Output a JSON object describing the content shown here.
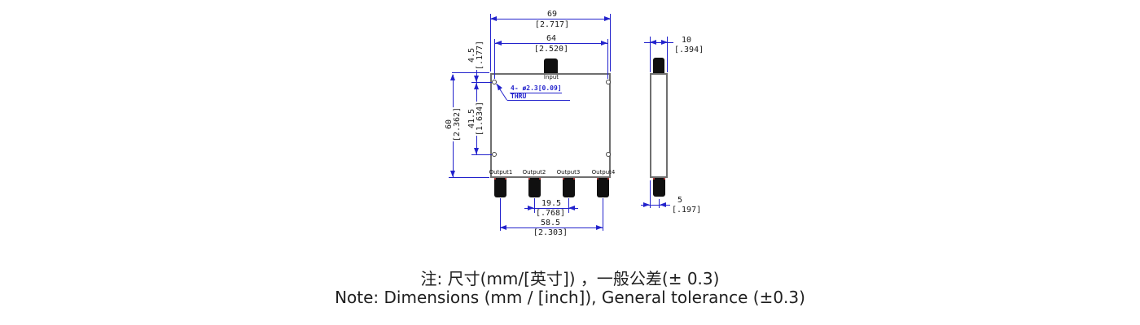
{
  "front_view": {
    "input_label": "Input",
    "output_labels": [
      "Output1",
      "Output2",
      "Output3",
      "Output4"
    ],
    "hole_callout": {
      "line1": "4- ø2.3[0.09]",
      "line2": "THRU"
    },
    "dim_width": {
      "mm": "69",
      "inch": "[2.717]"
    },
    "dim_hole_span_h": {
      "mm": "64",
      "inch": "[2.520]"
    },
    "dim_hole_offset_top": {
      "mm": "4.5",
      "inch": "[.177]"
    },
    "dim_height": {
      "mm": "60",
      "inch": "[2.362]"
    },
    "dim_hole_span_v": {
      "mm": "41.5",
      "inch": "[1.634]"
    },
    "dim_output_pitch": {
      "mm": "19.5",
      "inch": "[.768]"
    },
    "dim_output_span": {
      "mm": "58.5",
      "inch": "[2.303]"
    }
  },
  "side_view": {
    "dim_thickness": {
      "mm": "10",
      "inch": "[.394]"
    },
    "dim_connector_offset": {
      "mm": "5",
      "inch": "[.197]"
    }
  },
  "notes": {
    "zh": "注: 尺寸(mm/[英寸]) ，一般公差(± 0.3)",
    "en": "Note: Dimensions (mm / [inch]), General tolerance (±0.3)"
  },
  "colors": {
    "dimension_blue": "#2222cc",
    "outline_gray": "#6f6f6f",
    "connector_black": "#101010",
    "text_black": "#1a1a1a",
    "mark_red": "#aa3333"
  }
}
